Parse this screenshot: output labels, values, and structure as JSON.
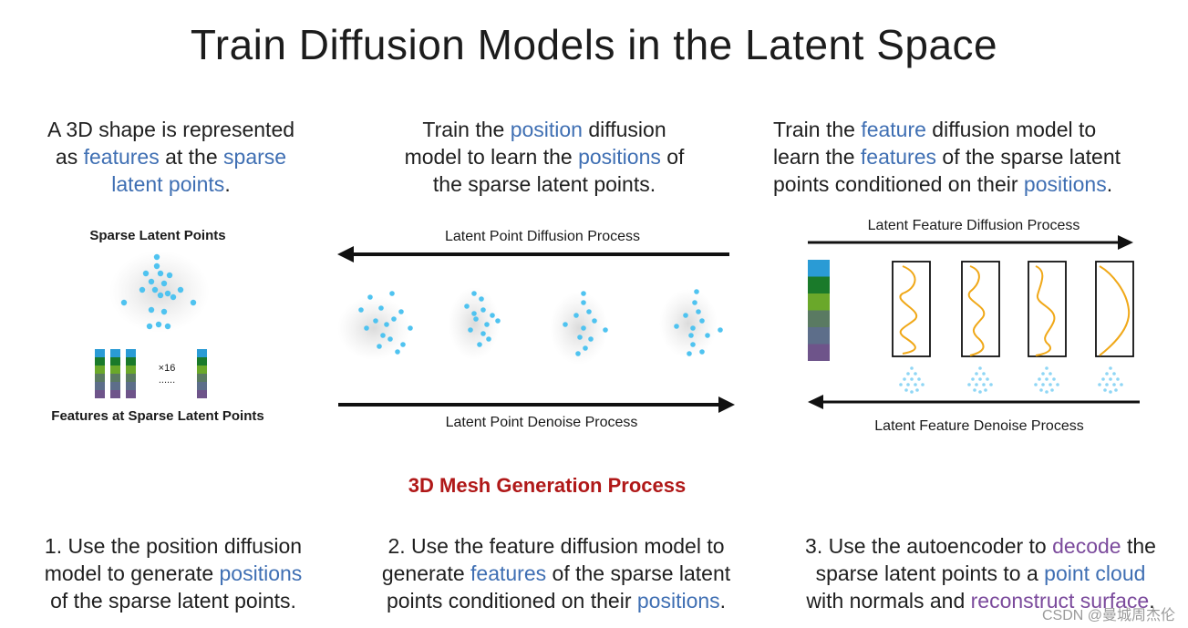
{
  "title": "Train Diffusion Models in the Latent Space",
  "top_descriptions": [
    {
      "segments": [
        {
          "text": "A 3D shape is represented",
          "style": "plain",
          "br": true
        },
        {
          "text": "as ",
          "style": "plain"
        },
        {
          "text": "features",
          "style": "blue"
        },
        {
          "text": " at the ",
          "style": "plain"
        },
        {
          "text": "sparse",
          "style": "blue",
          "br": true
        },
        {
          "text": "latent points",
          "style": "blue"
        },
        {
          "text": ".",
          "style": "plain"
        }
      ]
    },
    {
      "segments": [
        {
          "text": "Train the ",
          "style": "plain"
        },
        {
          "text": "position",
          "style": "blue"
        },
        {
          "text": " diffusion",
          "style": "plain",
          "br": true
        },
        {
          "text": "model to learn the ",
          "style": "plain"
        },
        {
          "text": "positions",
          "style": "blue"
        },
        {
          "text": " of",
          "style": "plain",
          "br": true
        },
        {
          "text": "the sparse latent points.",
          "style": "plain"
        }
      ]
    },
    {
      "segments": [
        {
          "text": "Train the ",
          "style": "plain"
        },
        {
          "text": "feature",
          "style": "blue"
        },
        {
          "text": " diffusion model to",
          "style": "plain",
          "br": true
        },
        {
          "text": "learn the ",
          "style": "plain"
        },
        {
          "text": "features",
          "style": "blue"
        },
        {
          "text": " of the sparse latent",
          "style": "plain",
          "br": true
        },
        {
          "text": "points conditioned on their ",
          "style": "plain"
        },
        {
          "text": "positions",
          "style": "blue"
        },
        {
          "text": ".",
          "style": "plain"
        }
      ]
    }
  ],
  "left_figure": {
    "top_label": "Sparse Latent Points",
    "multiplier": "×16",
    "dots": "......",
    "bottom_label": "Features at Sparse Latent Points"
  },
  "middle_figure": {
    "top_label": "Latent Point Diffusion Process",
    "bottom_label": "Latent Point Denoise Process"
  },
  "right_figure": {
    "top_label": "Latent Feature Diffusion Process",
    "bottom_label": "Latent Feature Denoise Process",
    "feature_colors": [
      "#2a9bd5",
      "#1a7a2a",
      "#6aa82a",
      "#5a7a62",
      "#5d6e8a",
      "#6e548a"
    ],
    "curve_color": "#f0a818"
  },
  "point_color": "#4fc3f0",
  "process_title": "3D Mesh Generation Process",
  "steps": [
    {
      "segments": [
        {
          "text": "1. Use the position diffusion",
          "style": "plain",
          "br": true
        },
        {
          "text": "model to generate ",
          "style": "plain"
        },
        {
          "text": "positions",
          "style": "blue",
          "br": true
        },
        {
          "text": "of the sparse latent points.",
          "style": "plain"
        }
      ]
    },
    {
      "segments": [
        {
          "text": "2. Use the feature diffusion model to",
          "style": "plain",
          "br": true
        },
        {
          "text": "generate ",
          "style": "plain"
        },
        {
          "text": "features",
          "style": "blue"
        },
        {
          "text": " of the sparse latent",
          "style": "plain",
          "br": true
        },
        {
          "text": "points conditioned on their ",
          "style": "plain"
        },
        {
          "text": "positions",
          "style": "blue"
        },
        {
          "text": ".",
          "style": "plain"
        }
      ]
    },
    {
      "segments": [
        {
          "text": "3. Use the autoencoder to ",
          "style": "plain"
        },
        {
          "text": "decode",
          "style": "purple"
        },
        {
          "text": " the",
          "style": "plain",
          "br": true
        },
        {
          "text": "sparse latent points to a ",
          "style": "plain"
        },
        {
          "text": "point cloud",
          "style": "blue",
          "br": true
        },
        {
          "text": "with normals and ",
          "style": "plain"
        },
        {
          "text": "reconstruct surface",
          "style": "purple"
        },
        {
          "text": ".",
          "style": "plain"
        }
      ]
    }
  ],
  "watermark": "CSDN @曼城周杰伦"
}
